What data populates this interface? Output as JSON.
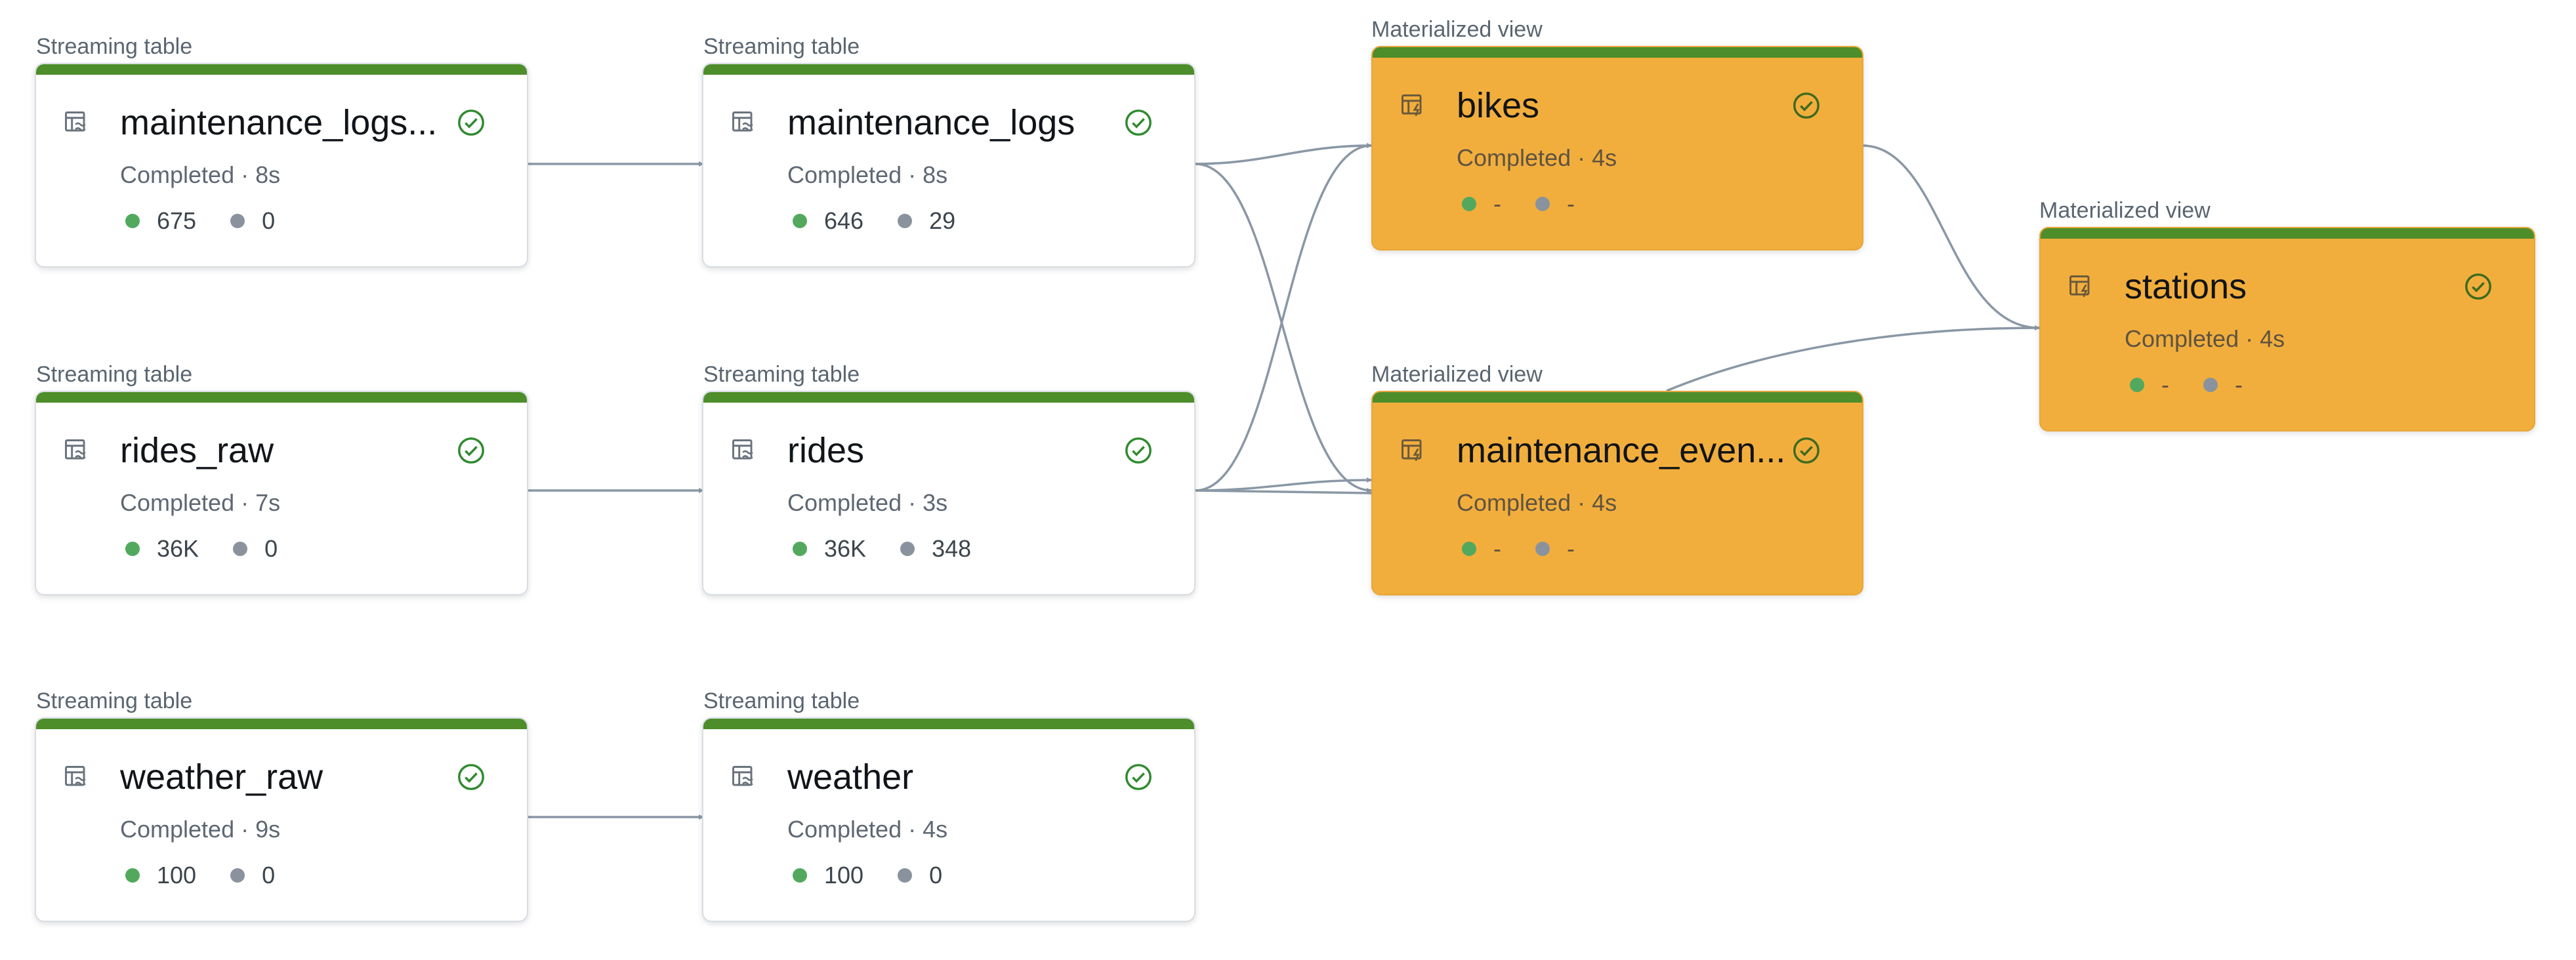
{
  "colors": {
    "accent_bar": "#4d8d2a",
    "materialized_view_fill": "#f2ae3d",
    "edge": "#8a97a5",
    "success_check": "#2f8a2f",
    "dot_green": "#52a95e",
    "dot_gray": "#8a939d"
  },
  "icons": {
    "streaming_table": "table-stream-icon",
    "materialized_view": "table-lightning-icon",
    "status": "check-circle-icon"
  },
  "nodes": [
    {
      "key": "maintenance_logs_raw",
      "type_label": "Streaming table",
      "name": "maintenance_logs...",
      "status": "Completed · 8s",
      "written": "675",
      "dropped": "0",
      "materialized": false
    },
    {
      "key": "maintenance_logs",
      "type_label": "Streaming table",
      "name": "maintenance_logs",
      "status": "Completed · 8s",
      "written": "646",
      "dropped": "29",
      "materialized": false
    },
    {
      "key": "bikes",
      "type_label": "Materialized view",
      "name": "bikes",
      "status": "Completed · 4s",
      "written": "-",
      "dropped": "-",
      "materialized": true
    },
    {
      "key": "stations",
      "type_label": "Materialized view",
      "name": "stations",
      "status": "Completed · 4s",
      "written": "-",
      "dropped": "-",
      "materialized": true
    },
    {
      "key": "rides_raw",
      "type_label": "Streaming table",
      "name": "rides_raw",
      "status": "Completed · 7s",
      "written": "36K",
      "dropped": "0",
      "materialized": false
    },
    {
      "key": "rides",
      "type_label": "Streaming table",
      "name": "rides",
      "status": "Completed · 3s",
      "written": "36K",
      "dropped": "348",
      "materialized": false
    },
    {
      "key": "maintenance_events",
      "type_label": "Materialized view",
      "name": "maintenance_even...",
      "status": "Completed · 4s",
      "written": "-",
      "dropped": "-",
      "materialized": true
    },
    {
      "key": "weather_raw",
      "type_label": "Streaming table",
      "name": "weather_raw",
      "status": "Completed · 9s",
      "written": "100",
      "dropped": "0",
      "materialized": false
    },
    {
      "key": "weather",
      "type_label": "Streaming table",
      "name": "weather",
      "status": "Completed · 4s",
      "written": "100",
      "dropped": "0",
      "materialized": false
    }
  ],
  "edges": [
    {
      "from": "maintenance_logs_raw",
      "to": "maintenance_logs"
    },
    {
      "from": "rides_raw",
      "to": "rides"
    },
    {
      "from": "weather_raw",
      "to": "weather"
    },
    {
      "from": "maintenance_logs",
      "to": "bikes"
    },
    {
      "from": "maintenance_logs",
      "to": "maintenance_events"
    },
    {
      "from": "rides",
      "to": "bikes"
    },
    {
      "from": "rides",
      "to": "maintenance_events"
    },
    {
      "from": "bikes",
      "to": "stations"
    },
    {
      "from": "maintenance_events",
      "to": "stations"
    }
  ]
}
